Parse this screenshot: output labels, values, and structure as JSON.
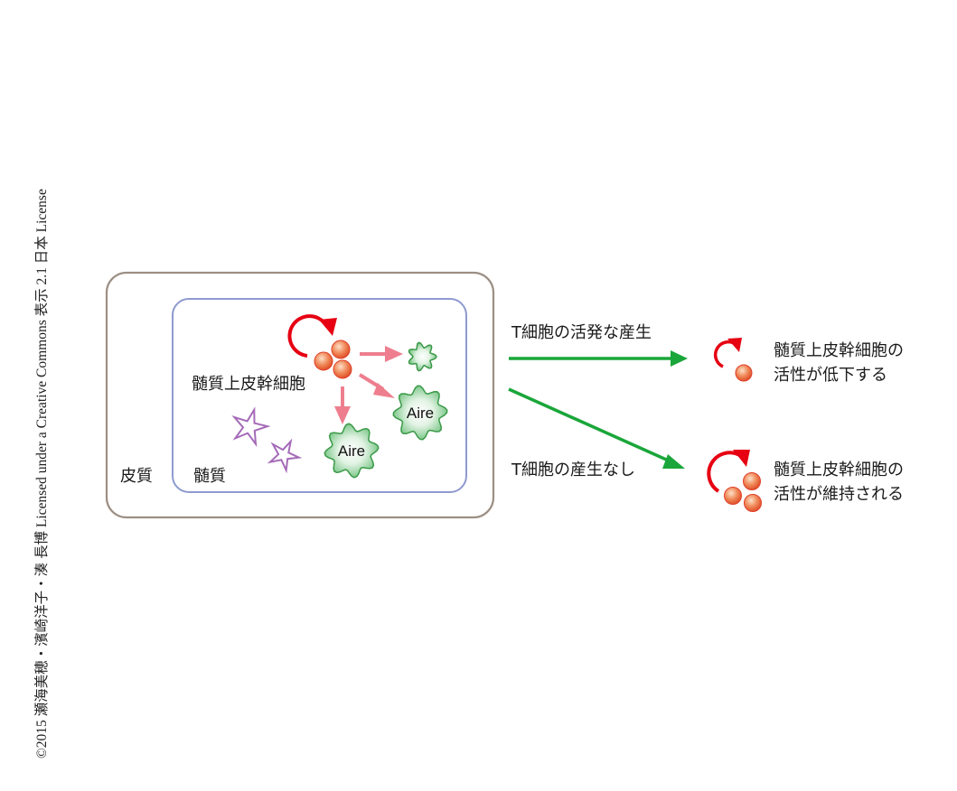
{
  "license": "©2015 瀬海美穂・濱崎洋子・湊 長博 Licensed under a Creative Commons 表示 2.1 日本 License",
  "left_panel": {
    "cortex_label": "皮質",
    "medulla_label": "髄質",
    "stem_cell_label": "髄質上皮幹細胞",
    "aire_label_1": "Aire",
    "aire_label_2": "Aire"
  },
  "arrows": {
    "active_label": "T細胞の活発な産生",
    "none_label": "T細胞の産生なし"
  },
  "outcomes": {
    "decrease_line1": "髄質上皮幹細胞の",
    "decrease_line2": "活性が低下する",
    "maintain_line1": "髄質上皮幹細胞の",
    "maintain_line2": "活性が維持される"
  },
  "colors": {
    "outer_box": "#9c8f84",
    "inner_box": "#8e9bd0",
    "red": "#e60012",
    "pink": "#ee7e8e",
    "green_arrow": "#1aa63a",
    "green_cell": "#3a9a48",
    "purple": "#a56bb8"
  }
}
